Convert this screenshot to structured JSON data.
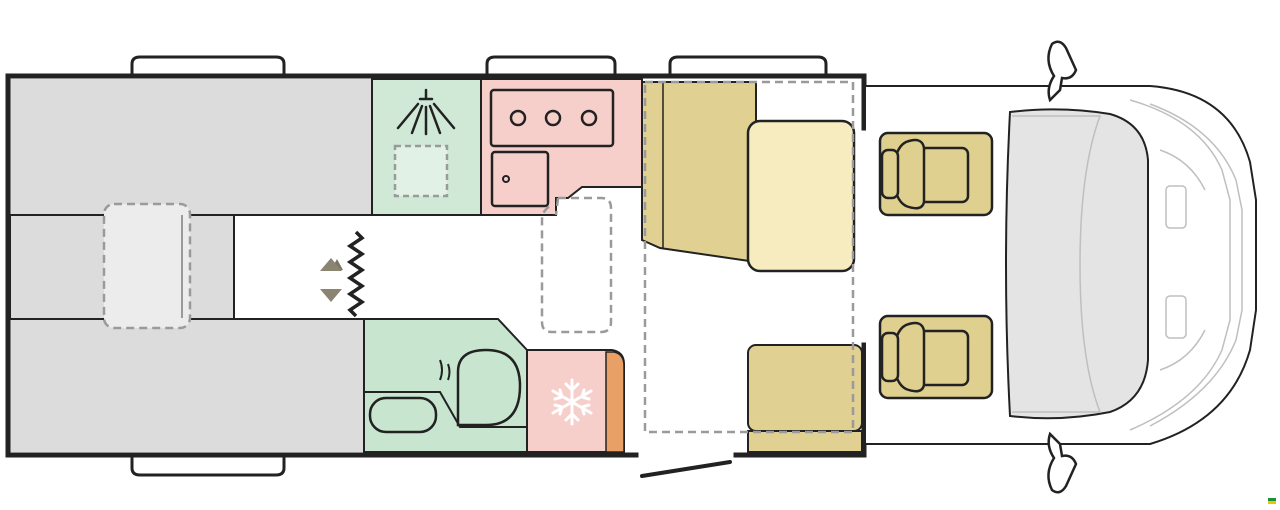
{
  "floorplan": {
    "colors": {
      "bed": "#dcdcdd",
      "bed_cushion": "#ececec",
      "shower": "#cfe9d6",
      "shower_tray": "#e2f1e6",
      "washroom": "#c8e6cf",
      "kitchen": "#f6cfca",
      "fridge": "#f6cfca",
      "fridge_side": "#e9a066",
      "dinette_bench": "#e0d091",
      "dinette_table": "#f7ecbf",
      "cab_seat": "#dfd08f",
      "wall": "#222222",
      "outline": "#bfbfbf",
      "dash": "#9a9a9a"
    },
    "zones": [
      {
        "id": "rear-bed-left",
        "label": ""
      },
      {
        "id": "rear-bed-right",
        "label": ""
      },
      {
        "id": "pull-out-bed",
        "label": ""
      },
      {
        "id": "shower",
        "label": ""
      },
      {
        "id": "kitchen",
        "label": ""
      },
      {
        "id": "washroom",
        "label": ""
      },
      {
        "id": "fridge",
        "label": ""
      },
      {
        "id": "dinette",
        "label": ""
      },
      {
        "id": "cab",
        "label": ""
      }
    ],
    "icons": [
      "shower-icon",
      "hob-icon",
      "sink-icon",
      "toilet-icon",
      "washbasin-icon",
      "snowflake-icon",
      "up-down-arrows-icon",
      "zigzag-divider-icon",
      "steering-area-icon"
    ],
    "flag_colors": [
      "#1a8f3c",
      "#f2c500"
    ]
  }
}
